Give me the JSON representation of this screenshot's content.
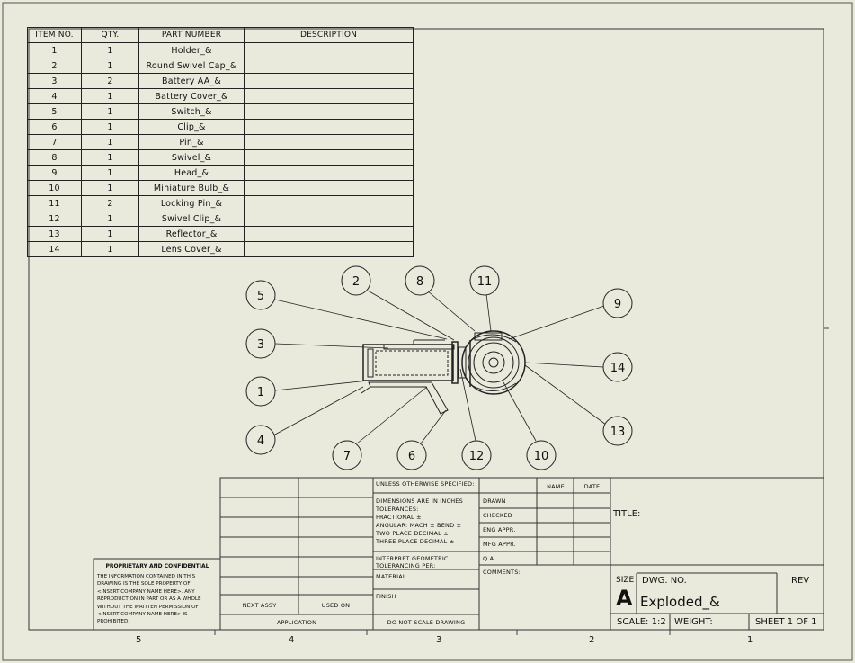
{
  "bom": {
    "headers": [
      "ITEM NO.",
      "QTY.",
      "PART NUMBER",
      "DESCRIPTION"
    ],
    "rows": [
      {
        "item": "1",
        "qty": "1",
        "part": "Holder_&",
        "desc": ""
      },
      {
        "item": "2",
        "qty": "1",
        "part": "Round Swivel Cap_&",
        "desc": ""
      },
      {
        "item": "3",
        "qty": "2",
        "part": "Battery AA_&",
        "desc": ""
      },
      {
        "item": "4",
        "qty": "1",
        "part": "Battery Cover_&",
        "desc": ""
      },
      {
        "item": "5",
        "qty": "1",
        "part": "Switch_&",
        "desc": ""
      },
      {
        "item": "6",
        "qty": "1",
        "part": "Clip_&",
        "desc": ""
      },
      {
        "item": "7",
        "qty": "1",
        "part": "Pin_&",
        "desc": ""
      },
      {
        "item": "8",
        "qty": "1",
        "part": "Swivel_&",
        "desc": ""
      },
      {
        "item": "9",
        "qty": "1",
        "part": "Head_&",
        "desc": ""
      },
      {
        "item": "10",
        "qty": "1",
        "part": "Miniature Bulb_&",
        "desc": ""
      },
      {
        "item": "11",
        "qty": "2",
        "part": "Locking Pin_&",
        "desc": ""
      },
      {
        "item": "12",
        "qty": "1",
        "part": "Swivel Clip_&",
        "desc": ""
      },
      {
        "item": "13",
        "qty": "1",
        "part": "Reflector_&",
        "desc": ""
      },
      {
        "item": "14",
        "qty": "1",
        "part": "Lens Cover_&",
        "desc": ""
      }
    ]
  },
  "balloons": [
    "5",
    "2",
    "8",
    "11",
    "9",
    "3",
    "14",
    "1",
    "13",
    "4",
    "7",
    "6",
    "12",
    "10"
  ],
  "zones": [
    "5",
    "4",
    "3",
    "2",
    "1"
  ],
  "title_block": {
    "unless": "UNLESS OTHERWISE SPECIFIED:",
    "name": "NAME",
    "date": "DATE",
    "drawn": "DRAWN",
    "checked": "CHECKED",
    "eng_appr": "ENG APPR.",
    "mfg_appr": "MFG APPR.",
    "qa": "Q.A.",
    "comments": "COMMENTS:",
    "dims": "DIMENSIONS ARE IN INCHES",
    "tolerances": "TOLERANCES:",
    "fractional": "FRACTIONAL ±",
    "angular": "ANGULAR: MACH ±    BEND ±",
    "two_place": "TWO PLACE DECIMAL    ±",
    "three_place": "THREE PLACE DECIMAL  ±",
    "interpret1": "INTERPRET GEOMETRIC",
    "interpret2": "TOLERANCING PER:",
    "material": "MATERIAL",
    "finish": "FINISH",
    "next_assy": "NEXT ASSY",
    "used_on": "USED ON",
    "application": "APPLICATION",
    "do_not_scale": "DO NOT SCALE DRAWING",
    "title_label": "TITLE:",
    "size_label": "SIZE",
    "size_value": "A",
    "dwg_no_label": "DWG.  NO.",
    "dwg_no_value": "Exploded_&",
    "rev_label": "REV",
    "scale": "SCALE: 1:2",
    "weight": "WEIGHT:",
    "sheet": "SHEET 1 OF 1",
    "proprietary_title": "PROPRIETARY AND CONFIDENTIAL",
    "proprietary_lines": [
      "THE INFORMATION CONTAINED IN THIS",
      "DRAWING IS THE SOLE PROPERTY OF",
      "<INSERT COMPANY NAME HERE>. ANY",
      "REPRODUCTION IN PART OR AS A WHOLE",
      "WITHOUT THE WRITTEN PERMISSION OF",
      "<INSERT COMPANY NAME HERE> IS",
      "PROHIBITED."
    ]
  }
}
